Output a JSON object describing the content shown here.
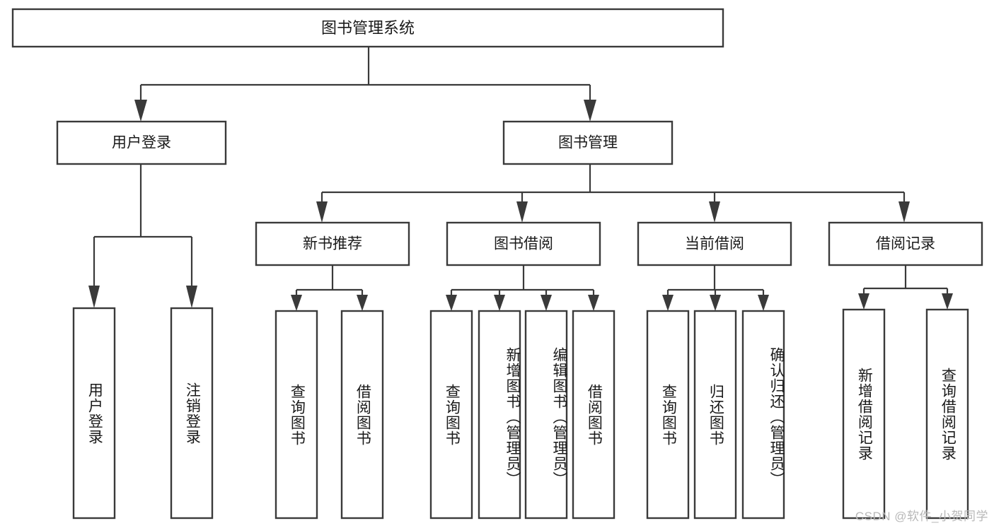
{
  "diagram": {
    "type": "tree-hierarchy",
    "title": "图书管理系统",
    "watermark": "CSDN @软件_小贺同学",
    "colors": {
      "stroke": "#3a3a3a",
      "fill": "#ffffff",
      "text": "#1a1a1a",
      "watermark": "#b8b8b8"
    },
    "root": {
      "label": "图书管理系统"
    },
    "level1": [
      {
        "label": "用户登录"
      },
      {
        "label": "图书管理"
      }
    ],
    "level2": [
      {
        "label": "新书推荐"
      },
      {
        "label": "图书借阅"
      },
      {
        "label": "当前借阅"
      },
      {
        "label": "借阅记录"
      }
    ],
    "leaves": {
      "user_login": [
        {
          "label": "用户登录"
        },
        {
          "label": "注销登录"
        }
      ],
      "new_book_recommend": [
        {
          "label": "查询图书"
        },
        {
          "label": "借阅图书"
        }
      ],
      "book_borrow": [
        {
          "label": "查询图书"
        },
        {
          "label": "新增图书（管理员）"
        },
        {
          "label": "编辑图书（管理员）"
        },
        {
          "label": "借阅图书"
        }
      ],
      "current_borrow": [
        {
          "label": "查询图书"
        },
        {
          "label": "归还图书"
        },
        {
          "label": "确认归还（管理员）"
        }
      ],
      "borrow_record": [
        {
          "label": "新增借阅记录"
        },
        {
          "label": "查询借阅记录"
        }
      ]
    }
  }
}
